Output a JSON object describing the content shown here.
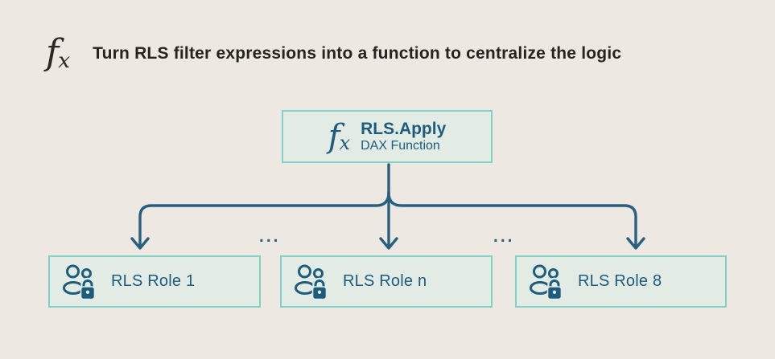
{
  "header": {
    "icon": "fx-function-icon",
    "title": "Turn RLS filter expressions into a function to centralize the logic"
  },
  "function_box": {
    "icon": "fx-function-icon",
    "name": "RLS.Apply",
    "subtitle": "DAX Function"
  },
  "connector": {
    "ellipsis_left": "...",
    "ellipsis_right": "..."
  },
  "roles": [
    {
      "icon": "users-lock-icon",
      "label": "RLS Role 1"
    },
    {
      "icon": "users-lock-icon",
      "label": "RLS Role n"
    },
    {
      "icon": "users-lock-icon",
      "label": "RLS Role 8"
    }
  ],
  "icons": {
    "fx": {
      "f": "f",
      "x": "x"
    }
  },
  "colors": {
    "background": "#EDE9E2",
    "box_fill": "#E3EBE5",
    "box_border": "#82D1C9",
    "heading_text": "#26241F",
    "accent_blue": "#1E5C7E",
    "arrow_blue": "#2A607F"
  }
}
